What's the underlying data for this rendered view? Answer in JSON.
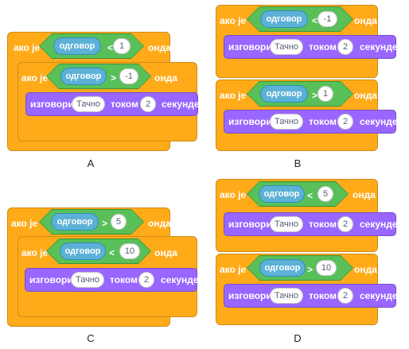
{
  "labels": {
    "if_kw": "ако је",
    "then_kw": "онда",
    "say_kw": "изговори",
    "for_kw": "током",
    "seconds_kw": "секунде",
    "answer": "одговор",
    "say_text": "Тачно",
    "say_secs": "2"
  },
  "options": {
    "A": {
      "letter": "A",
      "outer_op": "<",
      "outer_val": "1",
      "inner_op": ">",
      "inner_val": "-1"
    },
    "B": {
      "letter": "B",
      "first_op": "<",
      "first_val": "-1",
      "second_op": ">",
      "second_val": "1"
    },
    "C": {
      "letter": "C",
      "outer_op": ">",
      "outer_val": "5",
      "inner_op": "<",
      "inner_val": "10"
    },
    "D": {
      "letter": "D",
      "first_op": "<",
      "first_val": "5",
      "second_op": ">",
      "second_val": "10"
    }
  },
  "colors": {
    "control": "#ffab19",
    "operator": "#59c059",
    "sensing": "#5cb1d6",
    "looks": "#9966ff"
  }
}
